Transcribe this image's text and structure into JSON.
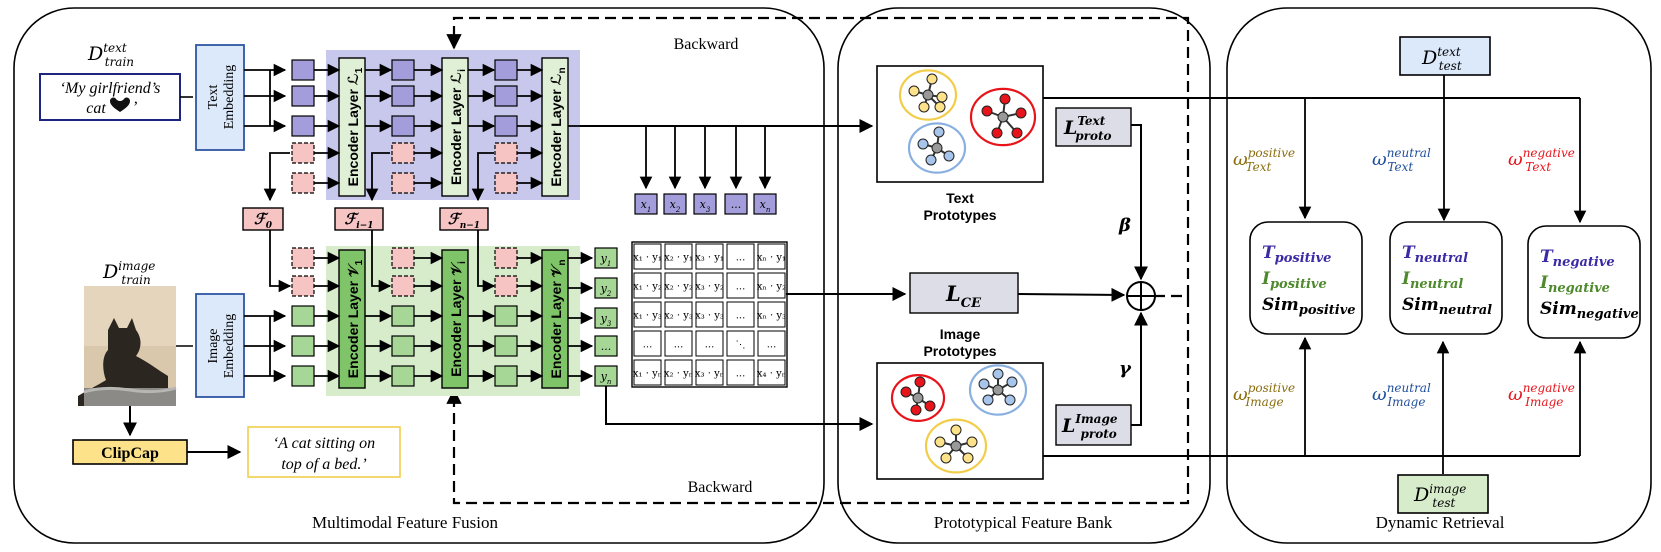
{
  "panels": {
    "fusion": "Multimodal Feature Fusion",
    "bank": "Prototypical Feature Bank",
    "retrieval": "Dynamic Retrieval"
  },
  "backward": {
    "top": "Backward",
    "bottom": "Backward"
  },
  "inputs": {
    "text_label": {
      "base": "D",
      "sup": "text",
      "sub": "train"
    },
    "text_quote_line1": "‘My girlfriend’s",
    "text_quote_line2": "cat",
    "image_label": {
      "base": "D",
      "sup": "image",
      "sub": "train"
    },
    "clipcap": "ClipCap",
    "caption_line1": "‘A cat sitting on",
    "caption_line2": "top of a bed.’"
  },
  "embeddings": {
    "text": [
      "Text",
      "Embedding"
    ],
    "image": [
      "Image",
      "Embedding"
    ]
  },
  "encoders": {
    "text": [
      {
        "label": "Encoder Layer",
        "sym": "ℒ",
        "sub": "1"
      },
      {
        "label": "Encoder Layer",
        "sym": "ℒ",
        "sub": "i"
      },
      {
        "label": "Encoder Layer",
        "sym": "ℒ",
        "sub": "n"
      }
    ],
    "image": [
      {
        "label": "Encoder Layer",
        "sym": "𝒱",
        "sub": "1"
      },
      {
        "label": "Encoder Layer",
        "sym": "𝒱",
        "sub": "i"
      },
      {
        "label": "Encoder Layer",
        "sym": "𝒱",
        "sub": "n"
      }
    ]
  },
  "fusion_tokens": [
    {
      "sym": "ℱ",
      "sub": "0"
    },
    {
      "sym": "ℱ",
      "sub": "i−1"
    },
    {
      "sym": "ℱ",
      "sub": "n−1"
    }
  ],
  "x_tokens": [
    {
      "sym": "x",
      "sub": "1"
    },
    {
      "sym": "x",
      "sub": "2"
    },
    {
      "sym": "x",
      "sub": "3"
    },
    {
      "sym": "...",
      "sub": ""
    },
    {
      "sym": "x",
      "sub": "n"
    }
  ],
  "y_tokens": [
    {
      "sym": "y",
      "sub": "1"
    },
    {
      "sym": "y",
      "sub": "2"
    },
    {
      "sym": "y",
      "sub": "3"
    },
    {
      "sym": "...",
      "sub": ""
    },
    {
      "sym": "y",
      "sub": "n"
    }
  ],
  "similarity_matrix": {
    "rows": [
      [
        "x₁ · y₁",
        "x₂ · y₁",
        "x₃ · y₁",
        "...",
        "xₙ · y₁"
      ],
      [
        "x₁ · y₂",
        "x₂ · y₂",
        "x₃ · y₂",
        "...",
        "xₙ · y₂"
      ],
      [
        "x₁ · y₃",
        "x₂ · y₃",
        "x₃ · y₃",
        "...",
        "xₙ · y₃"
      ],
      [
        "...",
        "...",
        "...",
        "⋱",
        "..."
      ],
      [
        "x₁ · yₙ",
        "x₂ · yₙ",
        "x₃ · yₙ",
        "...",
        "x₄ · yₙ"
      ]
    ]
  },
  "losses": {
    "ce": {
      "base": "L",
      "sub": "CE"
    },
    "text_proto": {
      "base": "L",
      "sup": "Text",
      "sub": "proto"
    },
    "image_proto": {
      "base": "L",
      "sup": "Image",
      "sub": "proto"
    },
    "beta": "β",
    "gamma": "γ"
  },
  "prototypes": {
    "text": [
      "Text",
      "Prototypes"
    ],
    "image": [
      "Image",
      "Prototypes"
    ]
  },
  "retrieval": {
    "test_text": {
      "base": "D",
      "sup": "text",
      "sub": "test"
    },
    "test_image": {
      "base": "D",
      "sup": "image",
      "sub": "test"
    },
    "weights_text": [
      {
        "base": "ω",
        "sup": "positive",
        "sub": "Text"
      },
      {
        "base": "ω",
        "sup": "neutral",
        "sub": "Text"
      },
      {
        "base": "ω",
        "sup": "negative",
        "sub": "Text"
      }
    ],
    "weights_image": [
      {
        "base": "ω",
        "sup": "positive",
        "sub": "Image"
      },
      {
        "base": "ω",
        "sup": "neutral",
        "sub": "Image"
      },
      {
        "base": "ω",
        "sup": "negative",
        "sub": "Image"
      }
    ],
    "boxes": [
      {
        "t": {
          "base": "T",
          "sub": "positive"
        },
        "i": {
          "base": "I",
          "sub": "positive"
        },
        "s": {
          "base": "Sim",
          "sub": "positive"
        }
      },
      {
        "t": {
          "base": "T",
          "sub": "neutral"
        },
        "i": {
          "base": "I",
          "sub": "neutral"
        },
        "s": {
          "base": "Sim",
          "sub": "neutral"
        }
      },
      {
        "t": {
          "base": "T",
          "sub": "negative"
        },
        "i": {
          "base": "I",
          "sub": "negative"
        },
        "s": {
          "base": "Sim",
          "sub": "negative"
        }
      }
    ]
  },
  "colors": {
    "text_region": "#c7c8ec",
    "image_region": "#d7eccb",
    "embedding_fill": "#dbe9fb",
    "embedding_border": "#2f55a4",
    "fusion_token": "#f7c4c4",
    "clipcap": "#fde28a",
    "positive": "#8a6d0e",
    "neutral": "#1f4e9c",
    "negative": "#e8141b",
    "t_color": "#3b2aa5",
    "i_color": "#4e8a2d"
  }
}
